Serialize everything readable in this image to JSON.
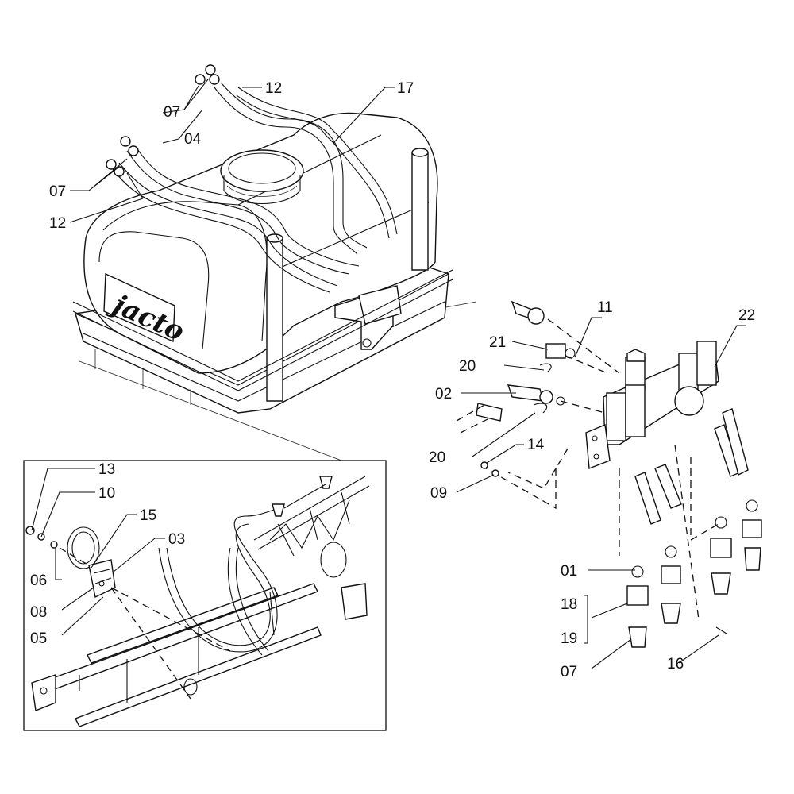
{
  "brand_text": "jacto",
  "callouts": [
    {
      "id": "c12a",
      "text": "12"
    },
    {
      "id": "c17",
      "text": "17"
    },
    {
      "id": "c07a",
      "text": "07"
    },
    {
      "id": "c04",
      "text": "04"
    },
    {
      "id": "c07b",
      "text": "07"
    },
    {
      "id": "c12b",
      "text": "12"
    },
    {
      "id": "c11",
      "text": "11"
    },
    {
      "id": "c22",
      "text": "22"
    },
    {
      "id": "c21",
      "text": "21"
    },
    {
      "id": "c20a",
      "text": "20"
    },
    {
      "id": "c02",
      "text": "02"
    },
    {
      "id": "c20b",
      "text": "20"
    },
    {
      "id": "c14",
      "text": "14"
    },
    {
      "id": "c09",
      "text": "09"
    },
    {
      "id": "c13",
      "text": "13"
    },
    {
      "id": "c10",
      "text": "10"
    },
    {
      "id": "c15",
      "text": "15"
    },
    {
      "id": "c03",
      "text": "03"
    },
    {
      "id": "c06",
      "text": "06"
    },
    {
      "id": "c08",
      "text": "08"
    },
    {
      "id": "c05",
      "text": "05"
    },
    {
      "id": "c01",
      "text": "01"
    },
    {
      "id": "c18",
      "text": "18"
    },
    {
      "id": "c19",
      "text": "19"
    },
    {
      "id": "c07c",
      "text": "07"
    },
    {
      "id": "c16",
      "text": "16"
    }
  ]
}
